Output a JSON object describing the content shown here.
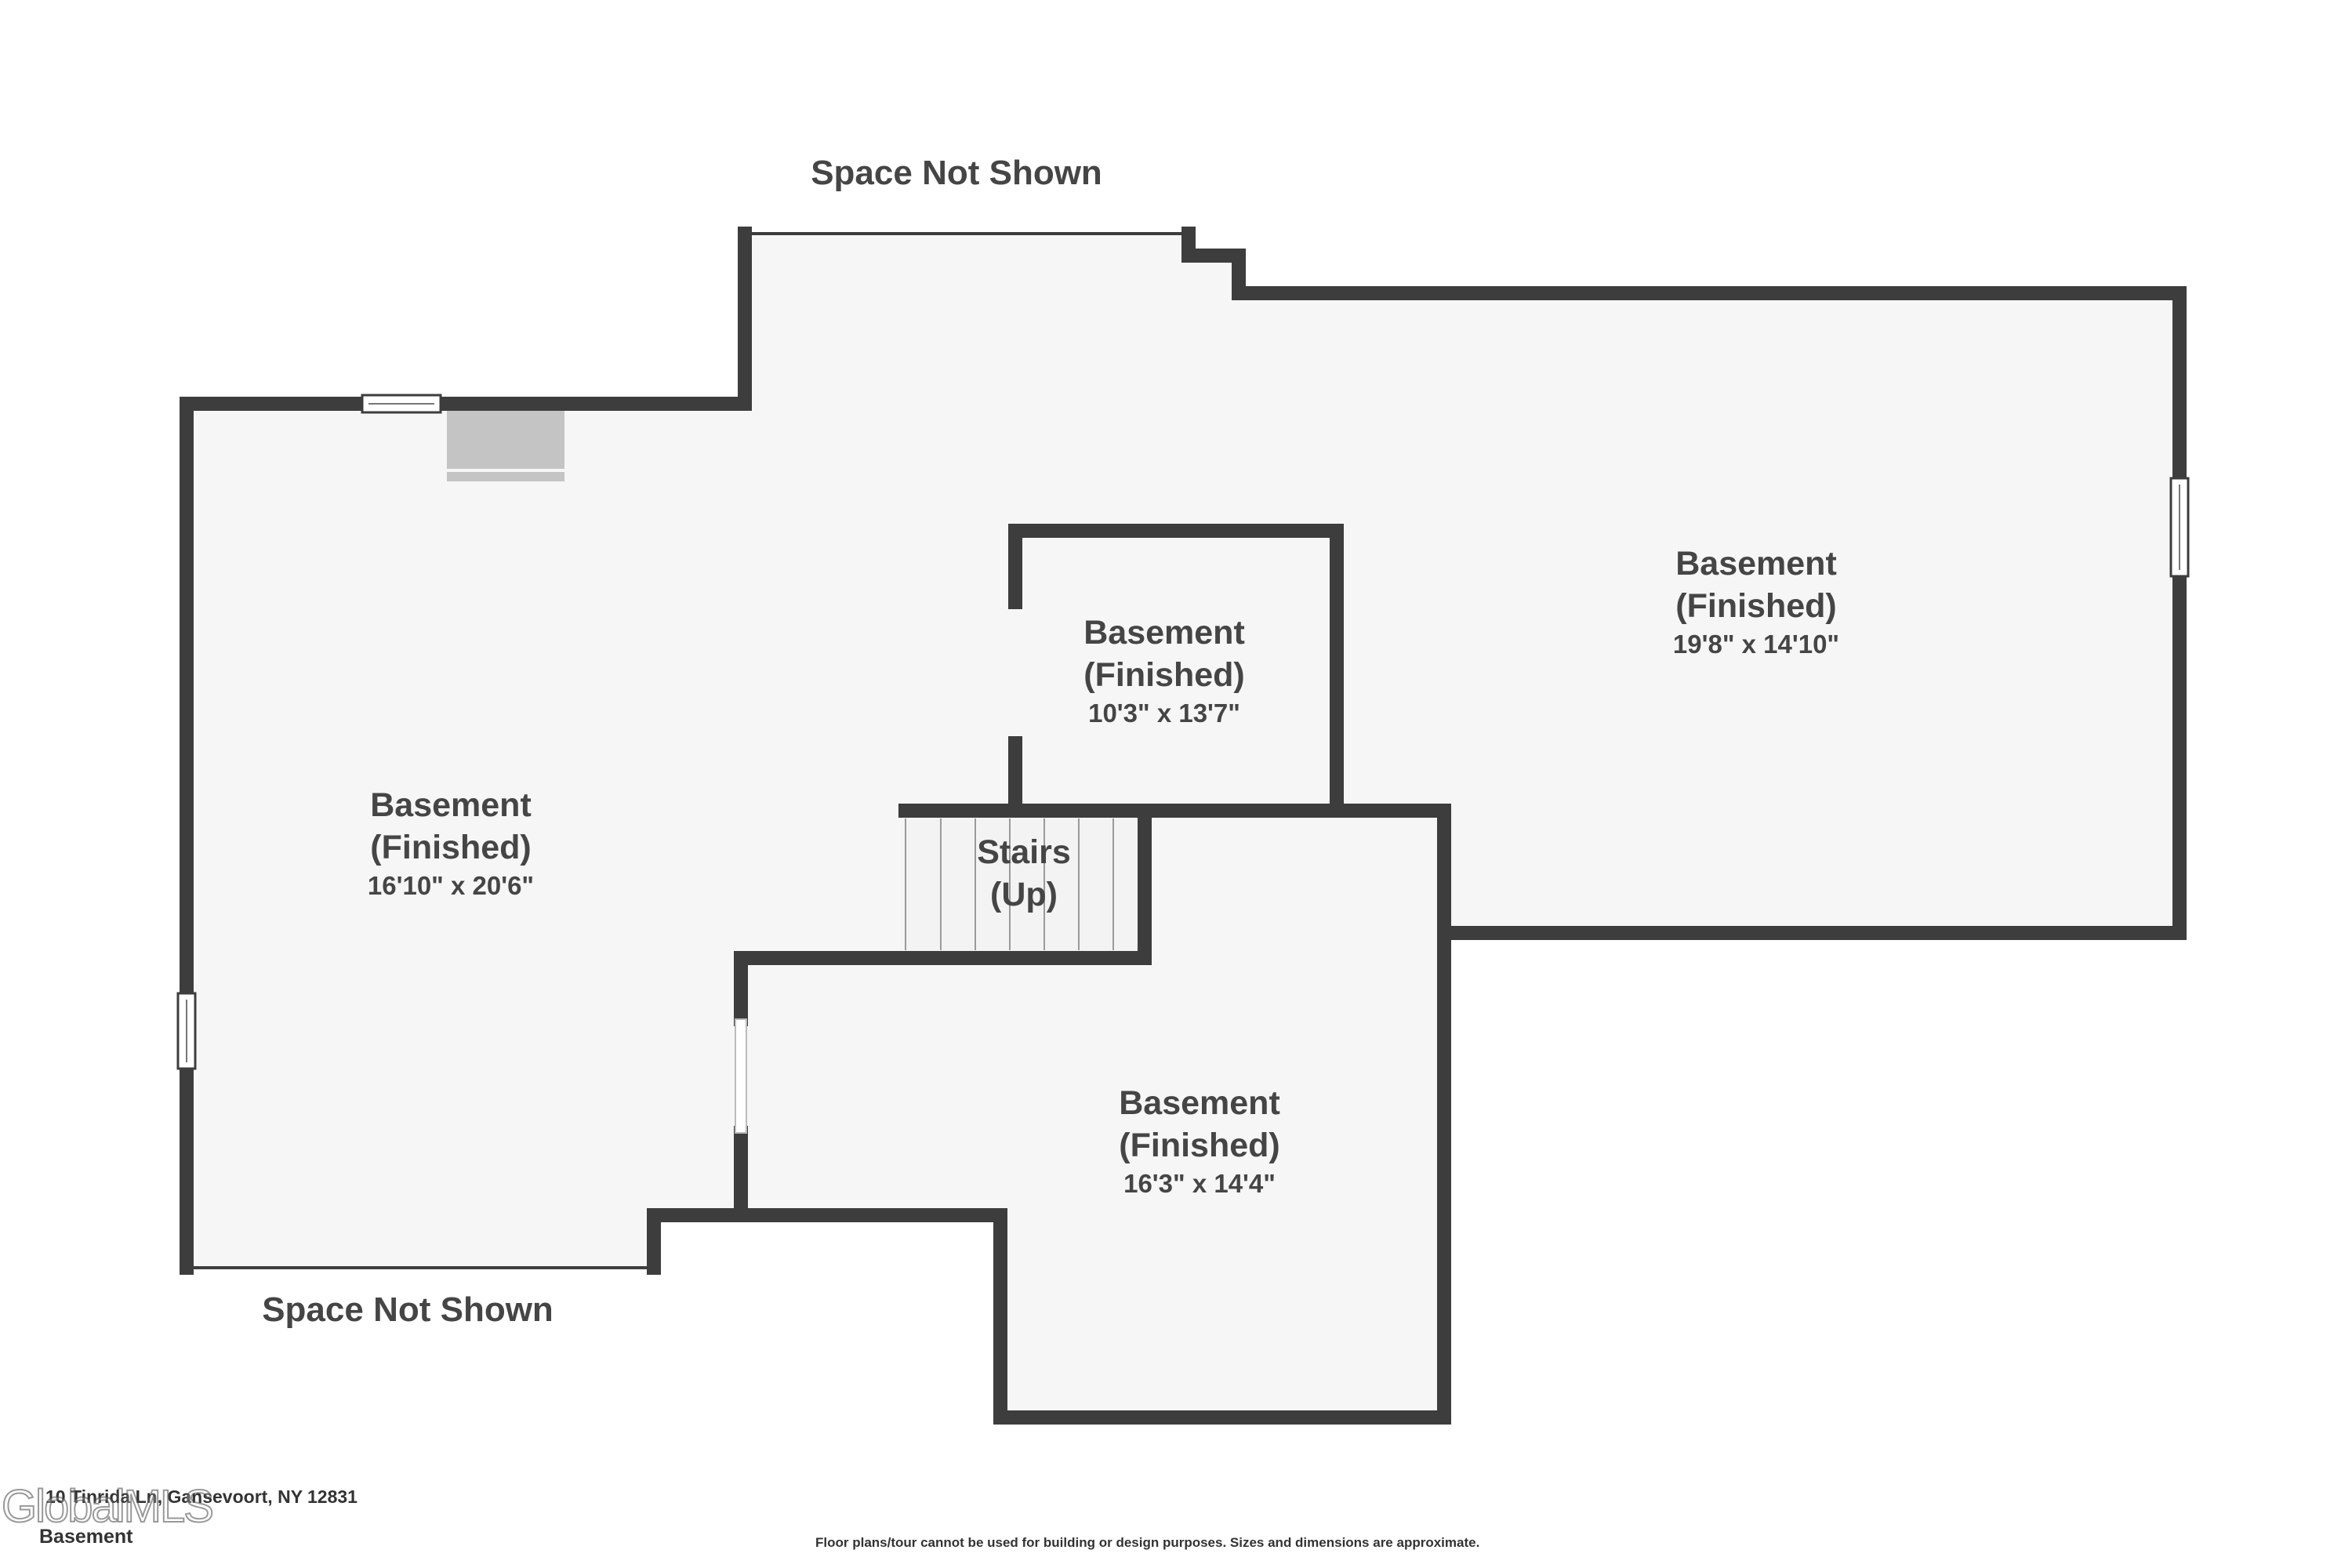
{
  "colors": {
    "wall": "#3d3d3d",
    "floor": "#f6f6f6",
    "fixture": "#c4c4c4",
    "text": "#454545"
  },
  "outside_labels": {
    "top": "Space Not Shown",
    "bottom": "Space Not Shown"
  },
  "rooms": {
    "left": {
      "name_line1": "Basement",
      "name_line2": "(Finished)",
      "dimensions": "16'10\" x 20'6\""
    },
    "center": {
      "name_line1": "Basement",
      "name_line2": "(Finished)",
      "dimensions": "10'3\" x 13'7\""
    },
    "right": {
      "name_line1": "Basement",
      "name_line2": "(Finished)",
      "dimensions": "19'8\" x 14'10\""
    },
    "bottom": {
      "name_line1": "Basement",
      "name_line2": "(Finished)",
      "dimensions": "16'3\" x 14'4\""
    },
    "stairs": {
      "name_line1": "Stairs",
      "name_line2": "(Up)"
    }
  },
  "footer": {
    "address": "10 Tinrida Ln, Gansevoort, NY 12831",
    "floor_name": "Basement",
    "disclaimer": "Floor plans/tour cannot be used for building or design purposes. Sizes and dimensions are approximate.",
    "watermark": "GlobalMLS"
  }
}
